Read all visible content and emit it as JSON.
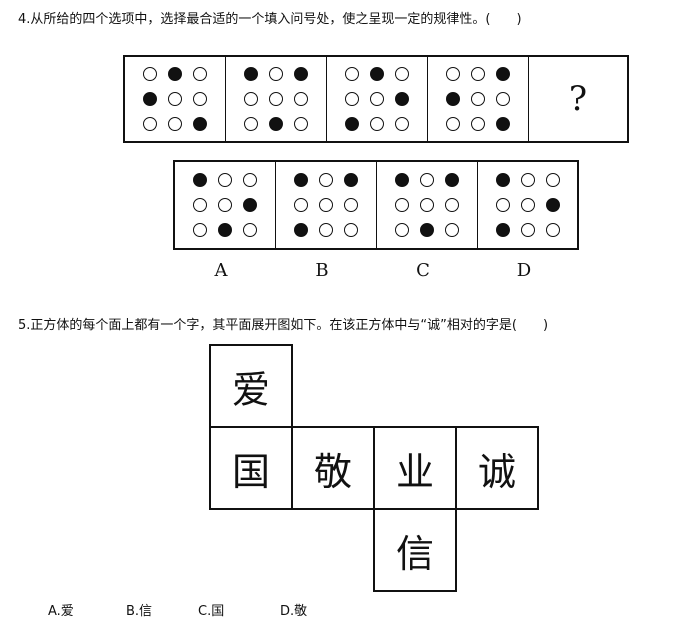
{
  "q4": {
    "text": "4.从所给的四个选项中，选择最合适的一个填入问号处，使之呈现一定的规律性。(　　)",
    "sequence": [
      [
        0,
        1,
        0,
        1,
        0,
        0,
        0,
        0,
        1
      ],
      [
        1,
        0,
        1,
        0,
        0,
        0,
        0,
        1,
        0
      ],
      [
        0,
        1,
        0,
        0,
        0,
        1,
        1,
        0,
        0
      ],
      [
        0,
        0,
        1,
        1,
        0,
        0,
        0,
        0,
        1
      ]
    ],
    "question_mark": "?",
    "options": [
      {
        "label": "A",
        "dots": [
          1,
          0,
          0,
          0,
          0,
          1,
          0,
          1,
          0
        ]
      },
      {
        "label": "B",
        "dots": [
          1,
          0,
          1,
          0,
          0,
          0,
          1,
          0,
          0
        ]
      },
      {
        "label": "C",
        "dots": [
          1,
          0,
          1,
          0,
          0,
          0,
          0,
          1,
          0
        ]
      },
      {
        "label": "D",
        "dots": [
          1,
          0,
          0,
          0,
          0,
          1,
          1,
          0,
          0
        ]
      }
    ]
  },
  "q5": {
    "text": "5.正方体的每个面上都有一个字，其平面展开图如下。在该正方体中与“诚”相对的字是(　　)",
    "faces": {
      "top": "爱",
      "row1": "国",
      "row2": "敬",
      "row3": "业",
      "row4": "诚",
      "bottom": "信"
    },
    "answers": [
      "A.爱",
      "B.信",
      "C.国",
      "D.敬"
    ]
  }
}
